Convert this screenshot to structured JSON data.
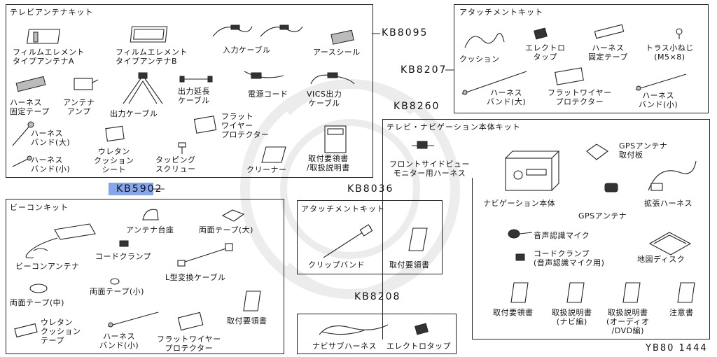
{
  "diagram_id": "YB80 1444",
  "boxes": {
    "tv_antenna_kit": {
      "title": "テレビアンテナキット",
      "code": "KB8095",
      "items": {
        "film_a": "フィルムエレメント\nタイプアンテナA",
        "film_b": "フィルムエレメント\nタイプアンテナB",
        "input_cable": "入力ケーブル",
        "earth_seal": "アースシール",
        "harness_tape": "ハーネス\n固定テープ",
        "antenna_amp": "アンテナ\nアンプ",
        "output_cable": "出力ケーブル",
        "output_ext": "出力延長\nケーブル",
        "power_cord": "電源コード",
        "vics_cable": "VICS出力\nケーブル",
        "band_large": "ハーネス\nバンド(大)",
        "urethane_sheet": "ウレタン\nクッション\nシート",
        "flat_protector": "フラット\nワイヤー\nプロテクター",
        "band_small": "ハーネス\nバンド(小)",
        "tapping_screw": "タッピング\nスクリュー",
        "cleaner": "クリーナー",
        "manual": "取付要領書\n/取扱説明書"
      }
    },
    "attachment_kit_top": {
      "title": "アタッチメントキット",
      "code": "KB8207",
      "items": {
        "cushion": "クッション",
        "electro_tap": "エレクトロ\nタップ",
        "harness_tape": "ハーネス\n固定テープ",
        "truss_screw": "トラス小ねじ\n(M5×8)",
        "band_large": "ハーネス\nバンド(大)",
        "flat_protector": "フラットワイヤー\nプロテクター",
        "band_small": "ハーネス\nバンド(小)"
      }
    },
    "navi_body_kit": {
      "title": "テレビ・ナビゲーション本体キット",
      "code": "KB8260",
      "items": {
        "front_side_harness": "フロントサイドビュー\nモニター用ハーネス",
        "gps_plate": "GPSアンテナ\n取付板",
        "navi_unit": "ナビゲーション本体",
        "gps_antenna": "GPSアンテナ",
        "ext_harness": "拡張ハーネス",
        "voice_mic": "音声認識マイク",
        "cord_clamp": "コードクランプ\n(音声認識マイク用)",
        "map_disc": "地図ディスク",
        "install_manual": "取付要領書",
        "manual_navi": "取扱説明書\n(ナビ編)",
        "manual_av": "取扱説明書\n(オーディオ\n/DVD編)",
        "caution": "注意書"
      }
    },
    "beacon_kit": {
      "title": "ビーコンキット",
      "code": "KB5902",
      "items": {
        "beacon_antenna": "ビーコンアンテナ",
        "antenna_base": "アンテナ台座",
        "tape_large": "両面テープ(大)",
        "cord_clamp": "コードクランプ",
        "l_cable": "L型変換ケーブル",
        "tape_medium": "両面テープ(中)",
        "tape_small": "両面テープ(小)",
        "install_manual": "取付要領書",
        "urethane_tape": "ウレタン\nクッション\nテープ",
        "band_small": "ハーネス\nバンド(小)",
        "flat_protector": "フラットワイヤー\nプロテクター"
      }
    },
    "attachment_kit_mid": {
      "title": "アタッチメントキット",
      "code": "KB8036",
      "items": {
        "clip_band": "クリップバンド",
        "install_manual": "取付要領書"
      }
    },
    "sub_harness_kit": {
      "code": "KB8208",
      "items": {
        "navi_sub_harness": "ナビサブハーネス",
        "electro_tap": "エレクトロタップ"
      }
    }
  },
  "highlight_color": "#5c88e8"
}
